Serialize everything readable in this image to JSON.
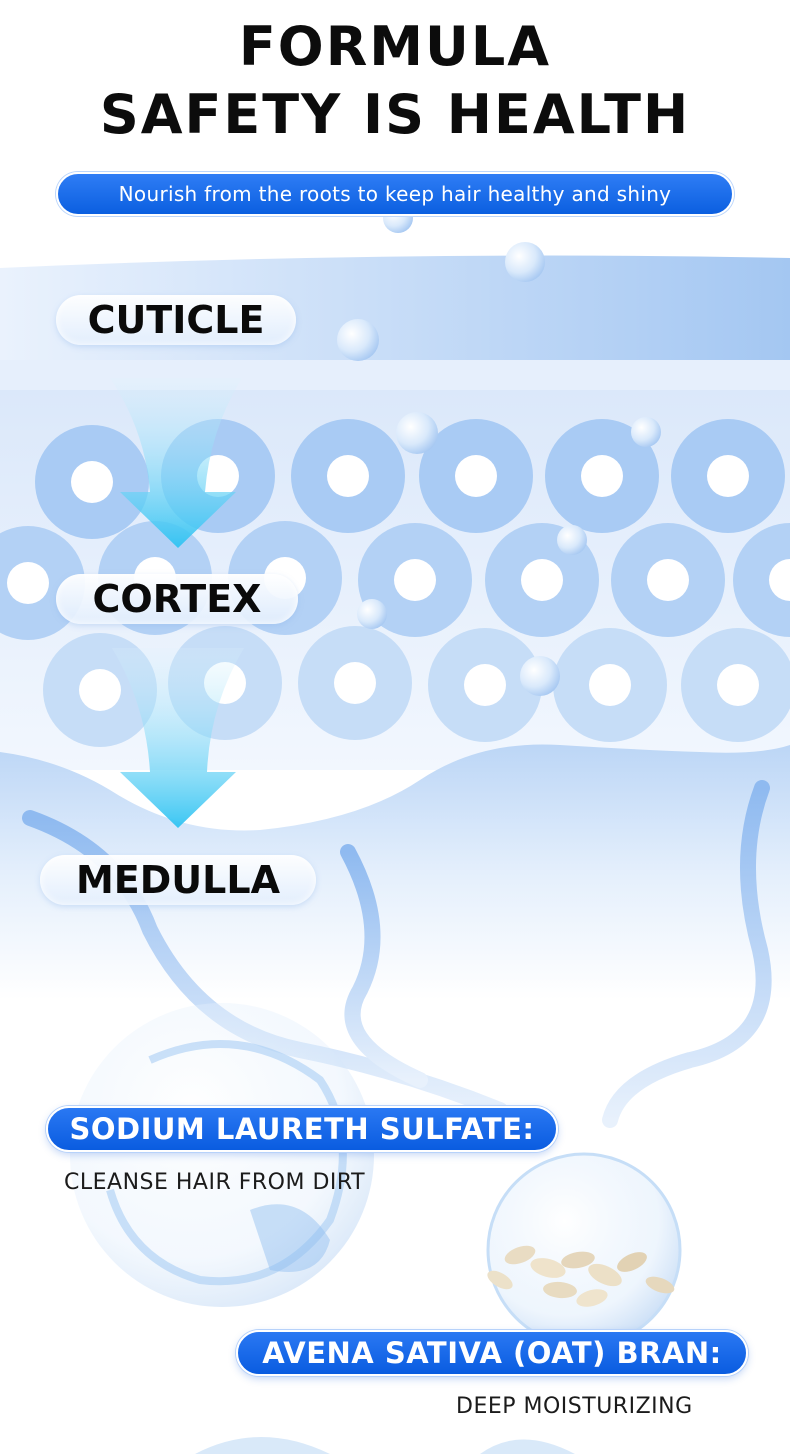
{
  "heading": {
    "line1": "FORMULA",
    "line2": "SAFETY IS HEALTH"
  },
  "subtitle": "Nourish from the roots to keep hair healthy and shiny",
  "hair_layers": [
    {
      "label": "CUTICLE"
    },
    {
      "label": "CORTEX"
    },
    {
      "label": "MEDULLA"
    }
  ],
  "ingredients": [
    {
      "name": "SODIUM LAURETH SULFATE:",
      "benefit": "CLEANSE HAIR FROM DIRT"
    },
    {
      "name": "AVENA SATIVA (OAT) BRAN:",
      "benefit": "DEEP MOISTURIZING"
    }
  ],
  "colors": {
    "accent_blue": "#0b5fe0",
    "arrow_cyan": "#35c6f2",
    "cell_blue": "#a9cbf4",
    "text_dark": "#0c0c0c"
  },
  "icons": [
    "down-arrow-icon",
    "bubble-icon",
    "water-sphere-icon",
    "oat-flakes-icon"
  ]
}
